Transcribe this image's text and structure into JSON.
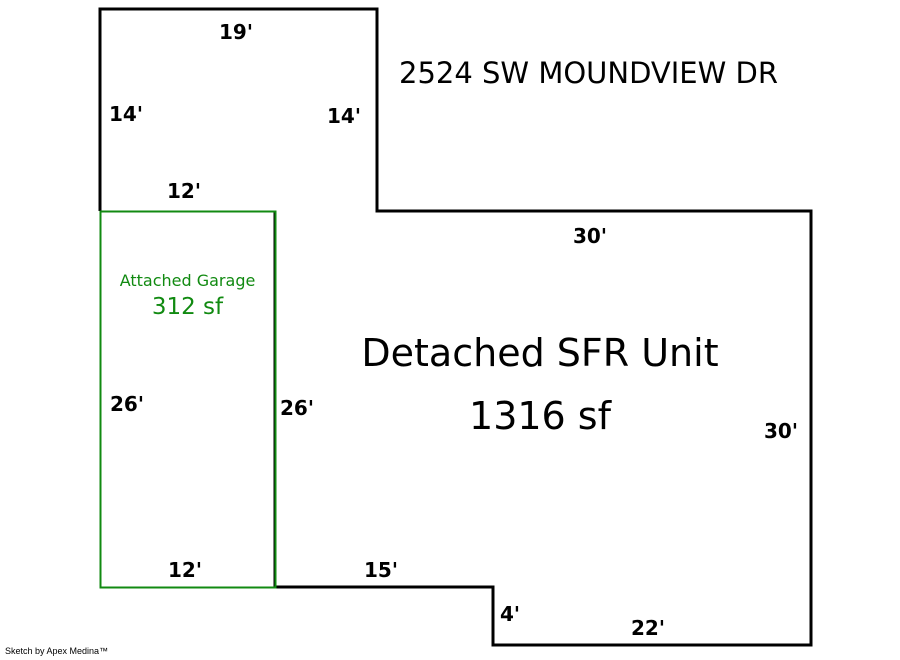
{
  "address": "2524 SW MOUNDVIEW DR",
  "main_area": {
    "name": "Detached SFR Unit",
    "area": "1316 sf"
  },
  "garage": {
    "name": "Attached Garage",
    "area": "312 sf"
  },
  "dimensions": {
    "top": "19'",
    "upper_left": "14'",
    "upper_right": "14'",
    "garage_top": "12'",
    "mid_top": "30'",
    "garage_left": "26'",
    "garage_right": "26'",
    "right": "30'",
    "garage_bottom": "12'",
    "bottom_left": "15'",
    "step": "4'",
    "bottom_right": "22'"
  },
  "credit": "Sketch by Apex Medina™",
  "colors": {
    "outline": "#000000",
    "garage": "#118a11"
  }
}
